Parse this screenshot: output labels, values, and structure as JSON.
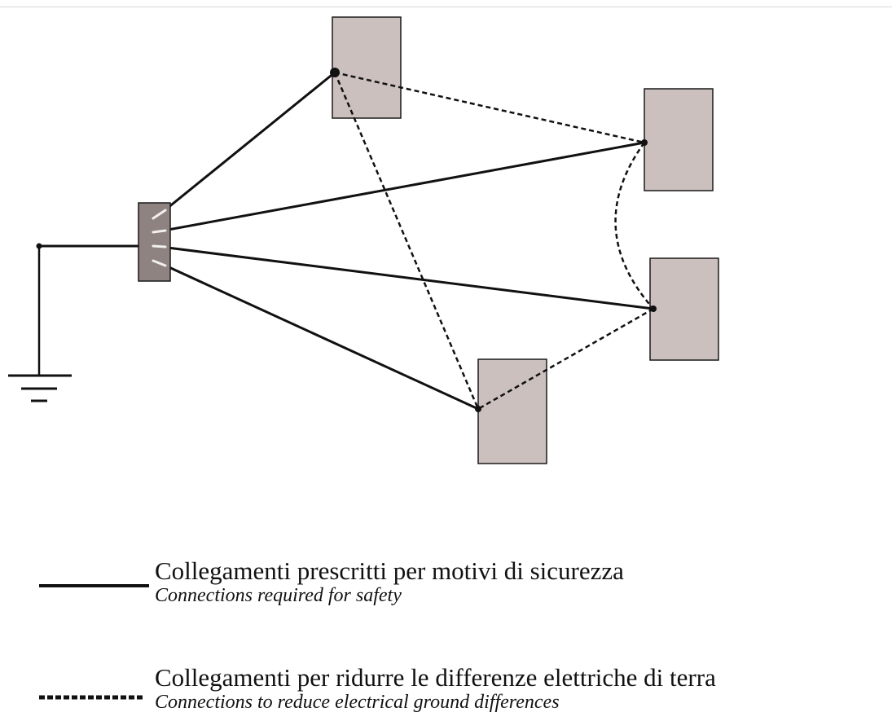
{
  "legend": {
    "safety": {
      "label_it": "Collegamenti prescritti per motivi di sicurezza",
      "label_en": "Connections required for safety",
      "line_style": "solid"
    },
    "equipotential": {
      "label_it": "Collegamenti per ridurre le differenze elettriche di terra",
      "label_en": "Connections to reduce electrical ground differences",
      "line_style": "dashed"
    }
  },
  "colors": {
    "equipment_fill": "#cbc0be",
    "equipment_stroke": "#1a1a1a",
    "ground_bar_fill": "#8e8380",
    "wire": "#111111",
    "background": "#ffffff"
  },
  "icons": {
    "ground": "earth-ground-symbol"
  }
}
